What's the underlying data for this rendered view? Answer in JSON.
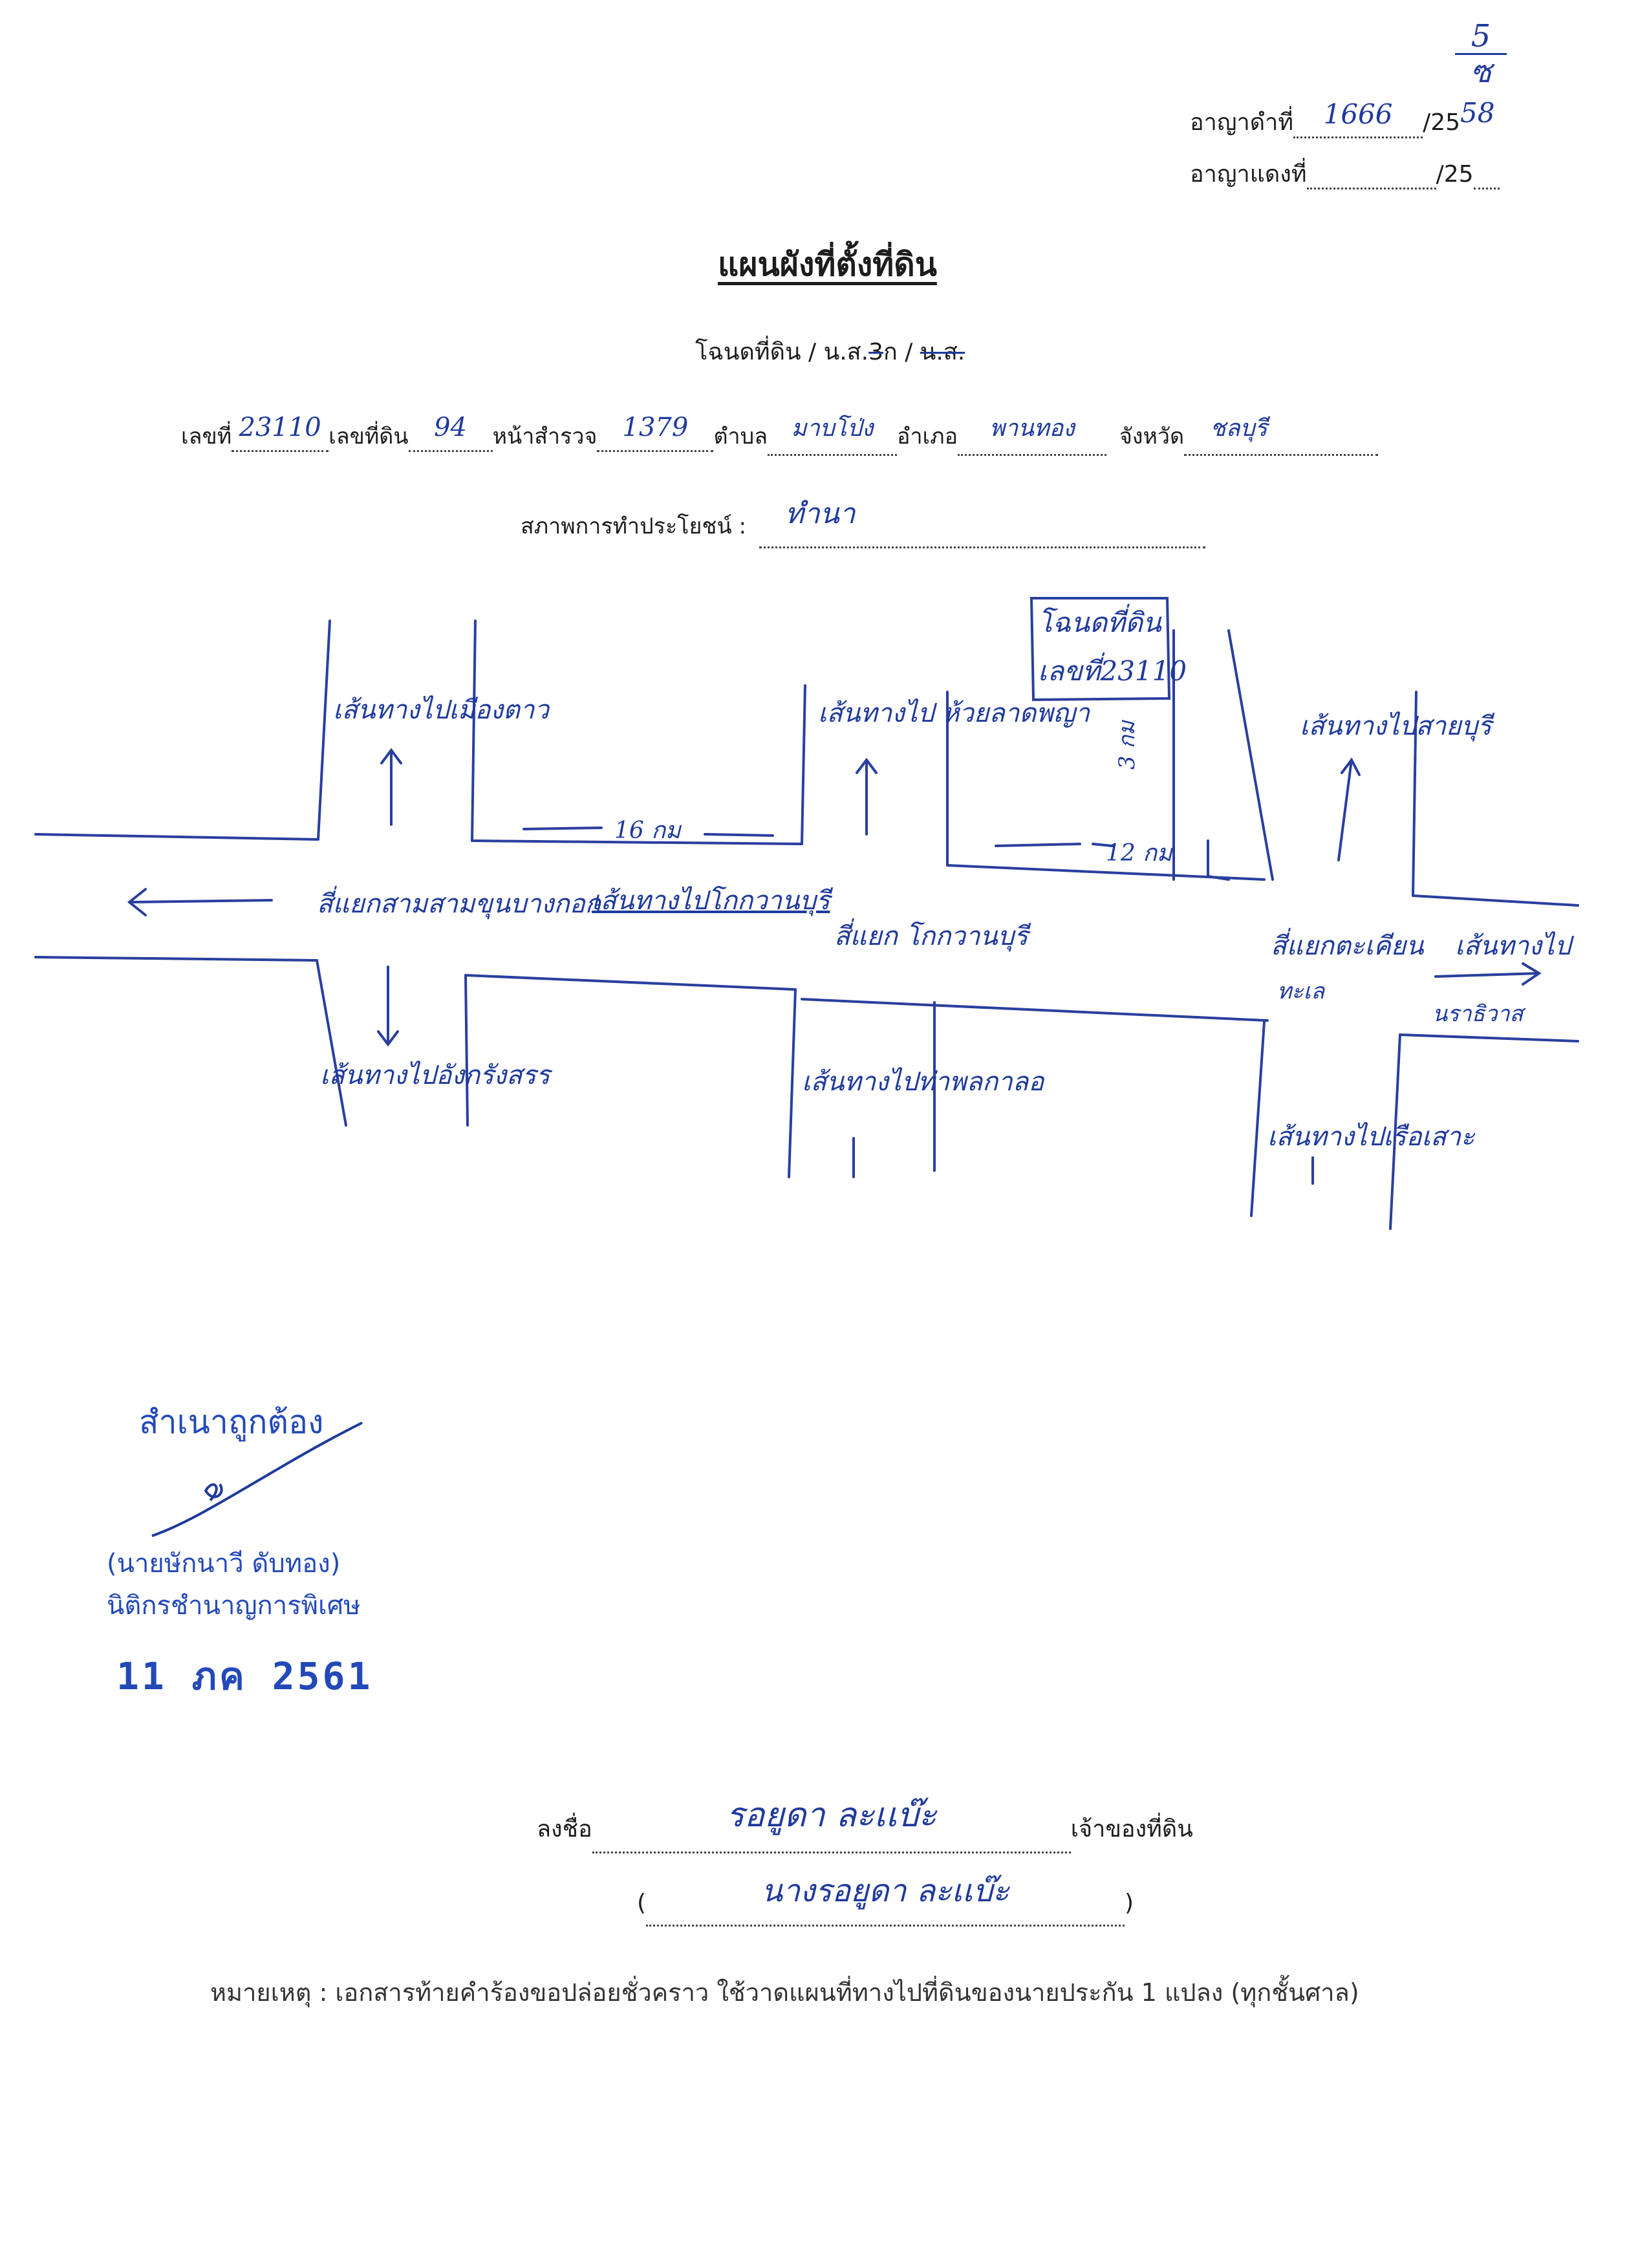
{
  "page_number": {
    "top": "5",
    "bottom": "ซ"
  },
  "case_numbers": {
    "black_label": "อาญาดำที่",
    "black_value": "1666",
    "black_year_prefix": "/25",
    "black_year_hand": "58",
    "red_label": "อาญาแดงที่",
    "red_year_prefix": "/25"
  },
  "title": "แผนผังที่ตั้งที่ดิน",
  "deed_types": {
    "part1": "โฉนดที่ดิน / น.ส.",
    "struck1": "3",
    "part2": "ก / ",
    "struck2": "น.ส."
  },
  "deed_row": {
    "no_label": "เลขที่",
    "no_value": "23110",
    "land_no_label": "เลขที่ดิน",
    "land_no_value": "94",
    "survey_label": "หน้าสำรวจ",
    "survey_value": "1379",
    "tambon_label": "ตำบล",
    "tambon_value": "มาบโป่ง",
    "amphoe_label": "อำเภอ",
    "amphoe_value": "พานทอง",
    "province_label": "จังหวัด",
    "province_value": "ชลบุรี"
  },
  "land_use": {
    "label": "สภาพการทำประโยชน์ :",
    "value": "ทำนา"
  },
  "map": {
    "deed_box_line1": "โฉนดที่ดิน",
    "deed_box_line2": "เลขที่23110",
    "road_to_top_left": "เส้นทางไปเมืองตาว",
    "road_to_top_mid": "เส้นทางไป ห้วยลาดพญา",
    "road_to_top_right": "เส้นทางไปสายบุรี",
    "dist_16": "16 กม",
    "dist_12": "12 กม",
    "dist_3": "3 กม",
    "junction_left": "สี่แยกสามสามขุนบางกอก",
    "road_to_kokwan": "เส้นทางไปโกกวานบุรี",
    "junction_mid": "สี่แยก โกกวานบุรี",
    "junction_right_1": "สี่แยกตะเคียน",
    "junction_right_2": "ทะเล",
    "road_to_right_1": "เส้นทางไป",
    "road_to_right_2": "นราธิวาส",
    "road_to_bottom_left": "เส้นทางไปอังกรังสรร",
    "road_to_bottom_mid": "เส้นทางไปท่าพลกาลอ",
    "road_to_bottom_right": "เส้นทางไปเรือเสาะ"
  },
  "certified": {
    "title": "สำเนาถูกต้อง",
    "name": "(นายษักนาวี  ดับทอง)",
    "position": "นิติกรชำนาญการพิเศษ",
    "date": "11 ภค 2561"
  },
  "signature": {
    "sign_label": "ลงชื่อ",
    "sign_value": "รอยูดา  ละเเบ๊ะ",
    "owner_label": "เจ้าของที่ดิน",
    "printed_name": "นางรอยูดา  ละเเบ๊ะ"
  },
  "note": "หมายเหตุ : เอกสารท้ายคำร้องขอปล่อยชั่วคราว ใช้วาดแผนที่ทางไปที่ดินของนายประกัน 1 แปลง (ทุกชั้นศาล)"
}
